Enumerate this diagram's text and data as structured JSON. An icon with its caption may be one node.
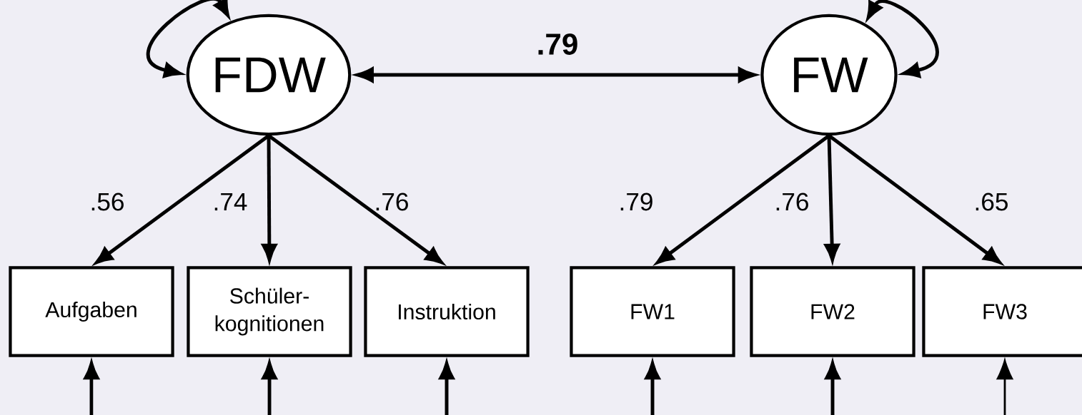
{
  "diagram": {
    "nodes": [
      {
        "text": [
          "FDW"
        ]
      },
      {
        "text": [
          "FW"
        ]
      },
      {
        "text": [
          "Aufgaben"
        ]
      },
      {
        "text": [
          "Schüler- kognitionen"
        ]
      },
      {
        "text": [
          "Instruktion"
        ]
      },
      {
        "text": [
          "FW1"
        ]
      },
      {
        "text": [
          "FW2"
        ]
      },
      {
        "text": [
          "FW3"
        ]
      }
    ],
    "edges": [
      {
        "from": 0,
        "to": 0,
        "arrow": "both"
      },
      {
        "from": 1,
        "to": 1,
        "arrow": "both"
      },
      {
        "from": 0,
        "to": 1,
        "arrow": "both",
        "label": ".79"
      },
      {
        "from": 0,
        "to": 2,
        "arrow": "to",
        "label": ".56"
      },
      {
        "from": 0,
        "to": 3,
        "arrow": "to",
        "label": ".74"
      },
      {
        "from": 0,
        "to": 4,
        "arrow": "to",
        "label": ".76"
      },
      {
        "from": 1,
        "to": 5,
        "arrow": "to",
        "label": ".79"
      },
      {
        "from": 1,
        "to": 6,
        "arrow": "to",
        "label": ".76"
      },
      {
        "from": 1,
        "to": 7,
        "arrow": "to",
        "label": ".65"
      },
      {
        "from": null,
        "to": 2,
        "arrow": "to"
      },
      {
        "from": null,
        "to": 3,
        "arrow": "to"
      },
      {
        "from": null,
        "to": 4,
        "arrow": "to"
      },
      {
        "from": null,
        "to": 5,
        "arrow": "to"
      },
      {
        "from": null,
        "to": 6,
        "arrow": "to"
      },
      {
        "from": null,
        "to": 7,
        "arrow": "to"
      }
    ]
  }
}
